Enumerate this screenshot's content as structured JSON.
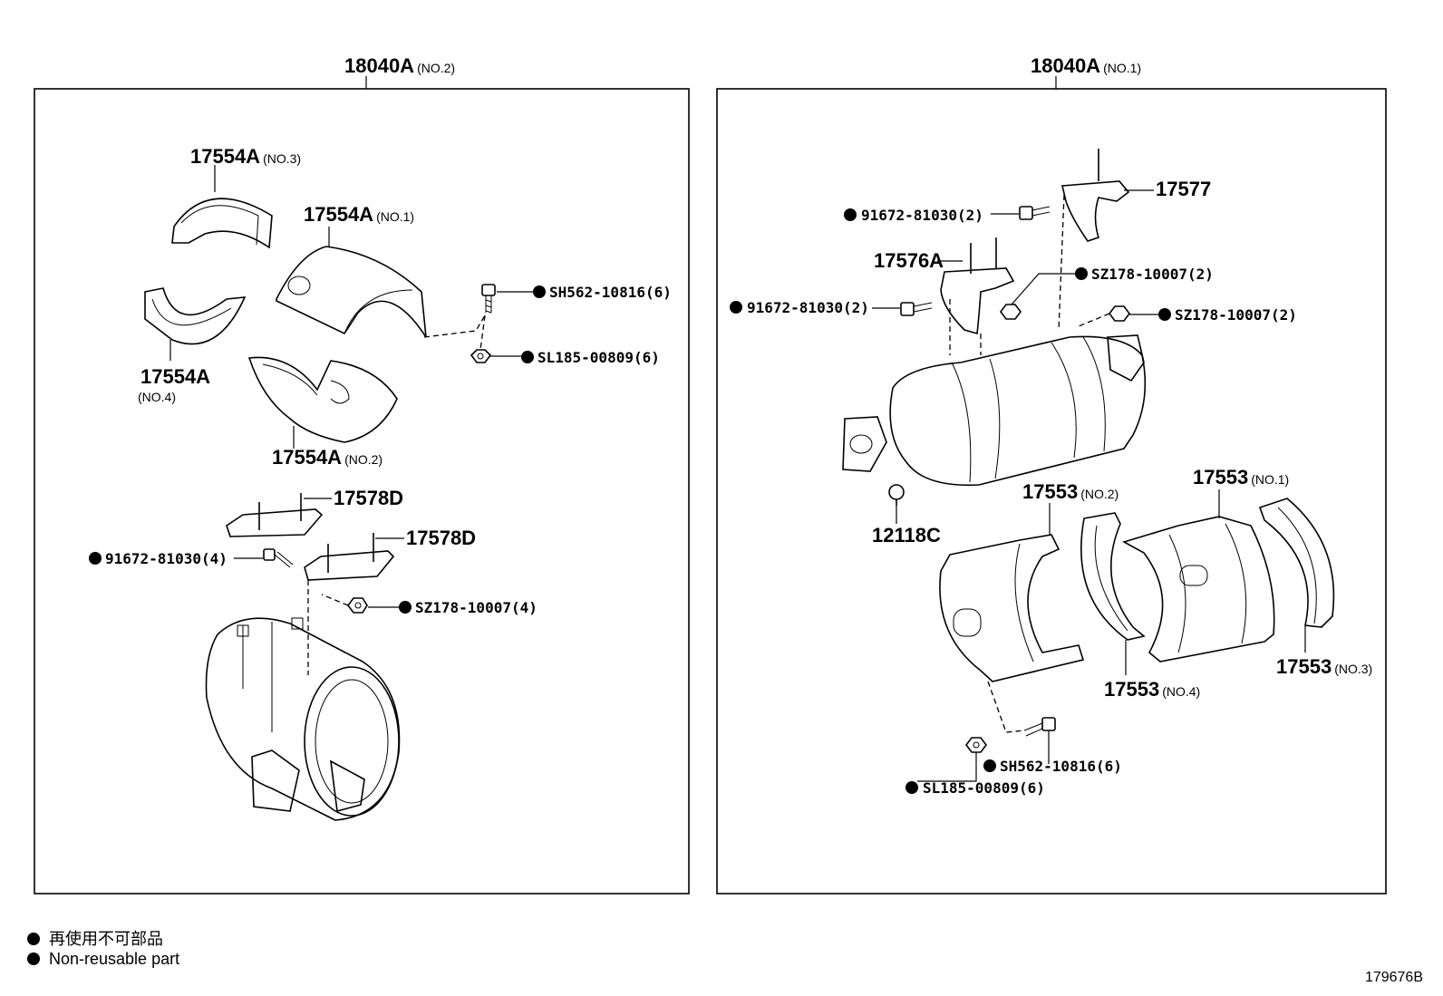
{
  "assemblies": [
    {
      "part_no": "18040A",
      "suffix": "(NO.2)"
    },
    {
      "part_no": "18040A",
      "suffix": "(NO.1)"
    }
  ],
  "left_parts": [
    {
      "part_no": "17554A",
      "suffix": "(NO.3)"
    },
    {
      "part_no": "17554A",
      "suffix": "(NO.1)"
    },
    {
      "part_no": "17554A",
      "suffix": "(NO.4)"
    },
    {
      "part_no": "17554A",
      "suffix": "(NO.2)"
    },
    {
      "part_no": "17578D",
      "suffix": ""
    },
    {
      "part_no": "17578D",
      "suffix": ""
    }
  ],
  "left_fasteners": [
    {
      "code": "SH562-10816(6)",
      "non_reusable": true
    },
    {
      "code": "SL185-00809(6)",
      "non_reusable": true
    },
    {
      "code": "91672-81030(4)",
      "non_reusable": true
    },
    {
      "code": "SZ178-10007(4)",
      "non_reusable": true
    }
  ],
  "right_parts": [
    {
      "part_no": "17577",
      "suffix": ""
    },
    {
      "part_no": "17576A",
      "suffix": ""
    },
    {
      "part_no": "12118C",
      "suffix": ""
    },
    {
      "part_no": "17553",
      "suffix": "(NO.2)"
    },
    {
      "part_no": "17553",
      "suffix": "(NO.1)"
    },
    {
      "part_no": "17553",
      "suffix": "(NO.4)"
    },
    {
      "part_no": "17553",
      "suffix": "(NO.3)"
    }
  ],
  "right_fasteners": [
    {
      "code": "91672-81030(2)",
      "non_reusable": true
    },
    {
      "code": "SZ178-10007(2)",
      "non_reusable": true
    },
    {
      "code": "91672-81030(2)",
      "non_reusable": true
    },
    {
      "code": "SZ178-10007(2)",
      "non_reusable": true
    },
    {
      "code": "SH562-10816(6)",
      "non_reusable": true
    },
    {
      "code": "SL185-00809(6)",
      "non_reusable": true
    }
  ],
  "legend": {
    "line1": "再使用不可部品",
    "line2": "Non-reusable part"
  },
  "figure_id": "179676B"
}
